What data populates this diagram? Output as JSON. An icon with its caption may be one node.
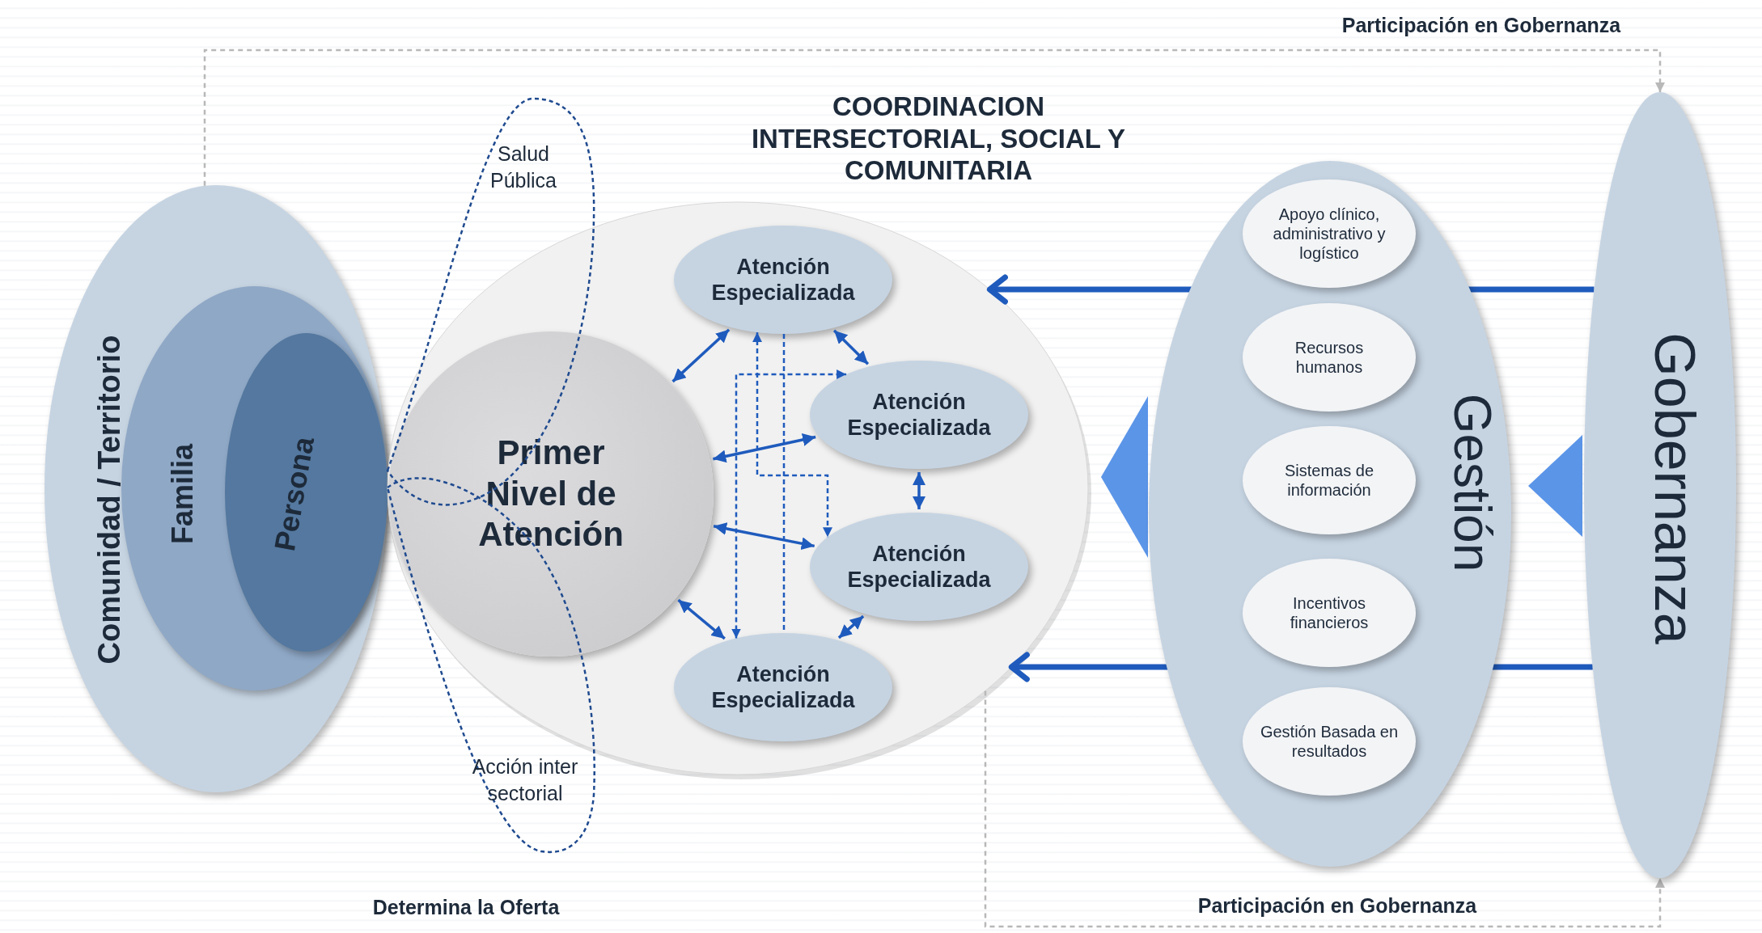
{
  "diagram": {
    "nodes": [
      {
        "text": [
          "Comunidad / Territorio"
        ]
      },
      {
        "text": [
          "Familia"
        ],
        "in": 0
      },
      {
        "text": [
          "Persona"
        ],
        "in": 1
      },
      {
        "text": [
          "Salud Pública"
        ]
      },
      {
        "text": [
          "Acción inter sectorial"
        ]
      },
      {
        "text": [
          "COORDINACION INTERSECTORIAL, SOCIAL Y COMUNITARIA"
        ]
      },
      {
        "text": [
          "Primer Nivel de Atención"
        ],
        "in": 5
      },
      {
        "text": [
          "Atención Especializada"
        ],
        "in": 5
      },
      {
        "text": [
          "Atención Especializada"
        ],
        "in": 5
      },
      {
        "text": [
          "Atención Especializada"
        ],
        "in": 5
      },
      {
        "text": [
          "Atención Especializada"
        ],
        "in": 5
      },
      {
        "text": [
          "Gestión"
        ]
      },
      {
        "text": [
          "Apoyo clínico, administrativo y logístico"
        ],
        "in": 11
      },
      {
        "text": [
          "Recursos humanos"
        ],
        "in": 11
      },
      {
        "text": [
          "Sistemas de información"
        ],
        "in": 11
      },
      {
        "text": [
          "Incentivos financieros"
        ],
        "in": 11
      },
      {
        "text": [
          "Gestión Basada en resultados"
        ],
        "in": 11
      },
      {
        "text": [
          "Gobernanza"
        ]
      },
      {
        "text": [],
        "shape": "triangle"
      },
      {
        "text": [],
        "shape": "triangle"
      }
    ],
    "edges": [
      {
        "from": 0,
        "to": 17,
        "arrow": "to",
        "label": "Participación en Gobernanza",
        "style": "dashed",
        "color": "#b8b8b8"
      },
      {
        "from": 5,
        "to": 17,
        "arrow": "to",
        "label": "Participación en Gobernanza",
        "style": "dashed",
        "color": "#b8b8b8"
      },
      {
        "from": 17,
        "to": 5,
        "arrow": "to",
        "style": "thick"
      },
      {
        "from": 17,
        "to": 5,
        "arrow": "to",
        "style": "thick"
      },
      {
        "from": 6,
        "to": 7,
        "arrow": "both"
      },
      {
        "from": 7,
        "to": 8,
        "arrow": "both"
      },
      {
        "from": 6,
        "to": 8,
        "arrow": "both"
      },
      {
        "from": 8,
        "to": 9,
        "arrow": "both"
      },
      {
        "from": 6,
        "to": 9,
        "arrow": "both"
      },
      {
        "from": 9,
        "to": 10,
        "arrow": "both"
      },
      {
        "from": 6,
        "to": 10,
        "arrow": "both"
      },
      {
        "from": 7,
        "to": 9,
        "arrow": "both",
        "style": "dashed"
      },
      {
        "from": 7,
        "to": 10,
        "arrow": "none",
        "style": "dashed"
      },
      {
        "from": 10,
        "to": 8,
        "arrow": "both",
        "style": "dashed"
      }
    ],
    "labels": [
      "Determina la Oferta"
    ]
  }
}
